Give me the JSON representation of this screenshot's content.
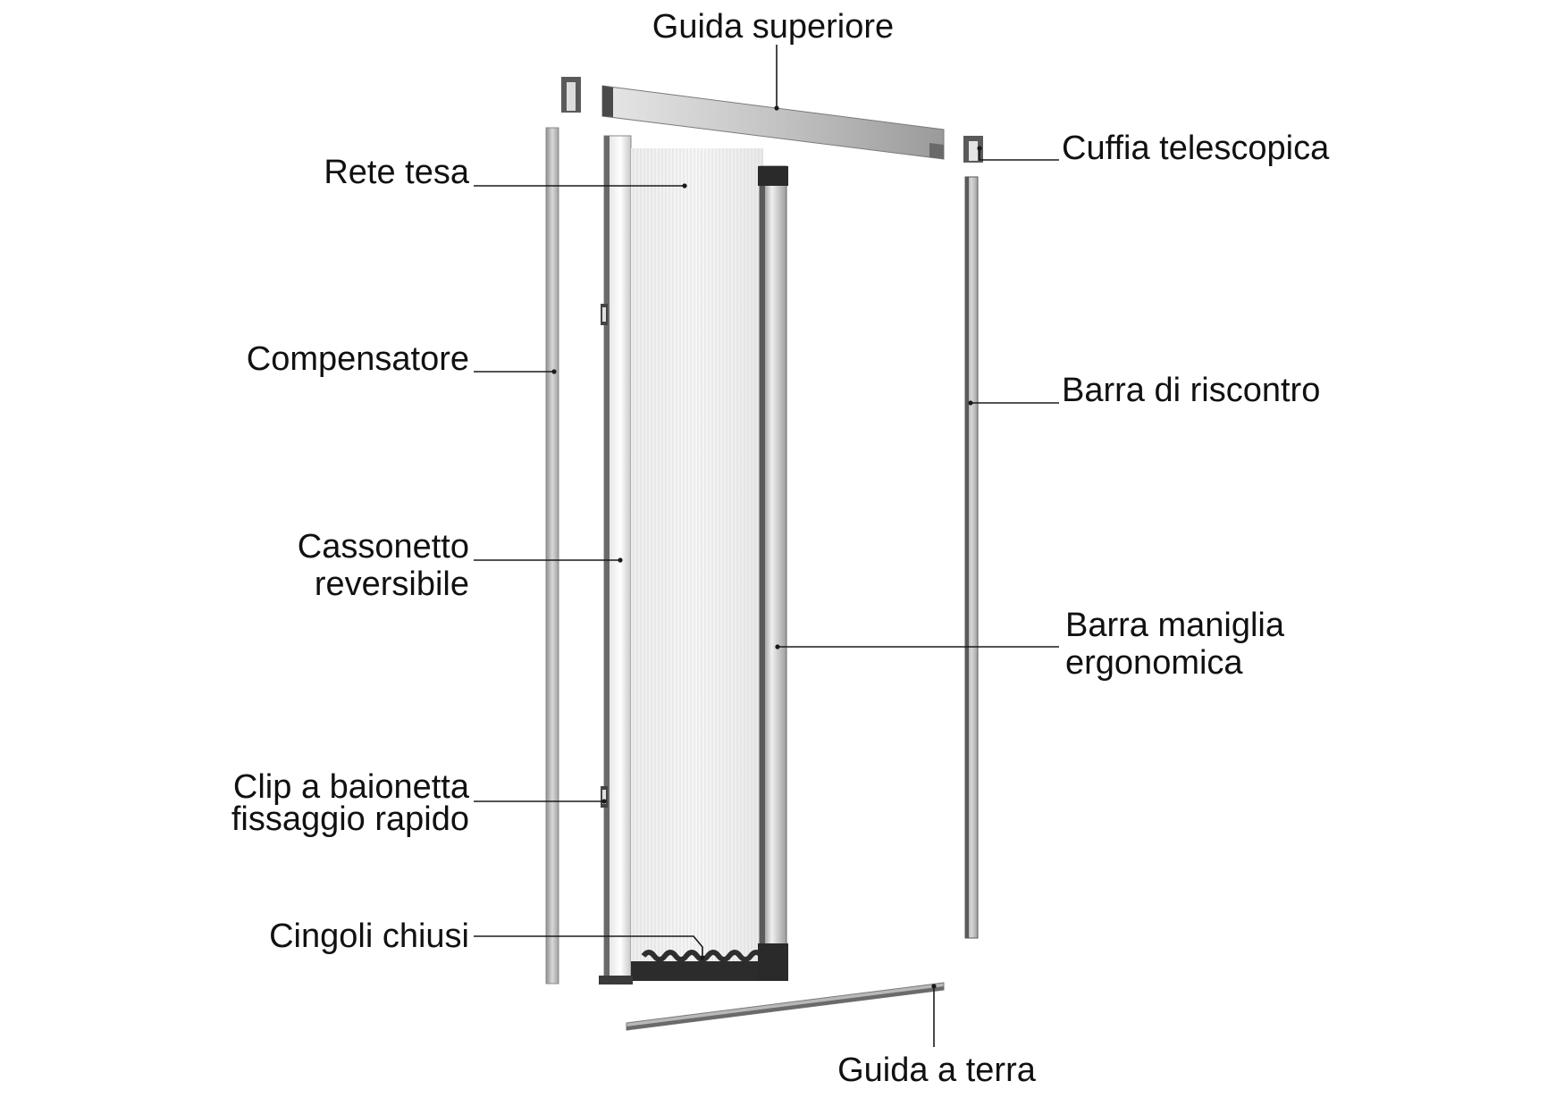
{
  "labels": {
    "guida_superiore": "Guida superiore",
    "cuffia_telescopica": "Cuffia telescopica",
    "rete_tesa": "Rete tesa",
    "compensatore": "Compensatore",
    "barra_riscontro": "Barra di riscontro",
    "cassonetto_line1": "Cassonetto",
    "cassonetto_line2": "reversibile",
    "barra_maniglia_line1": "Barra maniglia",
    "barra_maniglia_line2": "ergonomica",
    "clip_line1": "Clip a baionetta",
    "clip_line2": "fissaggio rapido",
    "cingoli": "Cingoli chiusi",
    "guida_terra": "Guida a terra"
  }
}
